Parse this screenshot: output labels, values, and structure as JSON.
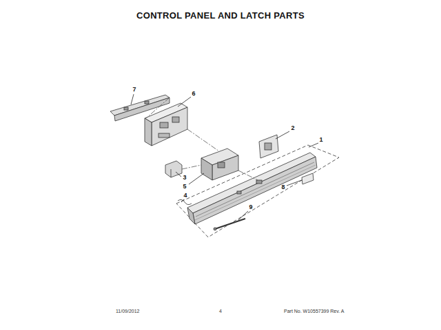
{
  "diagram": {
    "title": "CONTROL PANEL AND LATCH PARTS",
    "labels": [
      "7",
      "6",
      "2",
      "1",
      "3",
      "5",
      "4",
      "8",
      "9",
      "11/09/2012",
      "4",
      "Part No. W10557399 Rev. A"
    ]
  }
}
